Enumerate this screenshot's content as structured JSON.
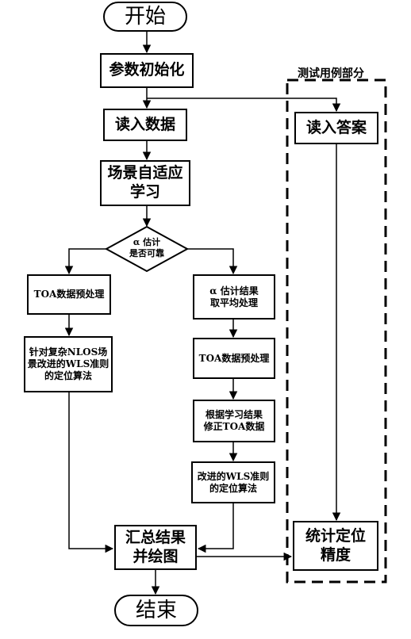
{
  "flowchart": {
    "start": "开始",
    "init": "参数初始化",
    "read_data": "读入数据",
    "scene_learning": "场景自适应\n学习",
    "decision": "α 估计\n是否可靠",
    "toa_preprocess_left": "TOA数据预处理",
    "nlos_wls": "针对复杂NLOS场\n景改进的WLS准则\n的定位算法",
    "alpha_average": "α 估计结果\n取平均处理",
    "toa_preprocess_right": "TOA数据预处理",
    "correct_toa": "根据学习结果\n修正TOA数据",
    "improved_wls": "改进的WLS准则\n的定位算法",
    "summary_plot": "汇总结果\n并绘图",
    "end": "结束",
    "test_case_region": "测试用例部分",
    "read_answer": "读入答案",
    "stat_accuracy": "统计定位\n精度"
  }
}
